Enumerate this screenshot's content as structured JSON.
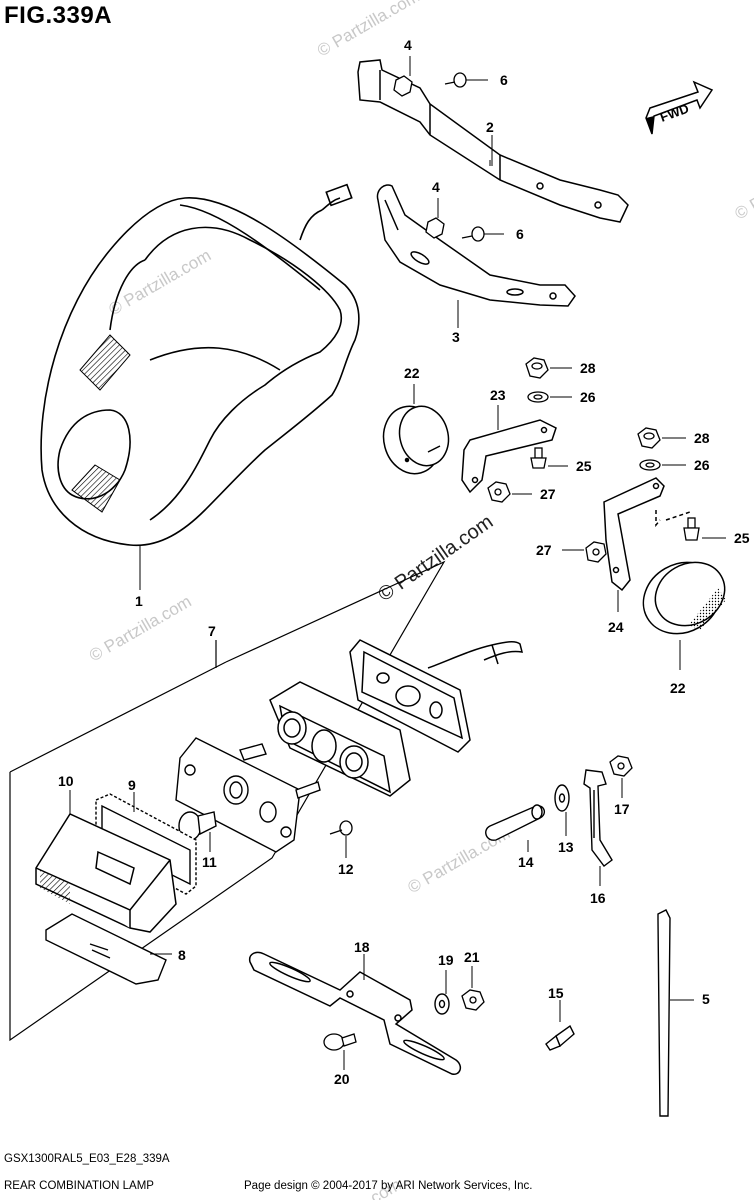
{
  "figure": {
    "title": "FIG.339A",
    "code": "GSX1300RAL5_E03_E28_339A",
    "caption": "REAR COMBINATION LAMP",
    "copyright": "Page design © 2004-2017 by ARI Network Services, Inc."
  },
  "watermark": {
    "small": "© Partzilla.com",
    "center": "© Partzilla.com"
  },
  "direction_label": "FWD",
  "callouts": {
    "p1": "1",
    "p2": "2",
    "p3": "3",
    "p4a": "4",
    "p4b": "4",
    "p5": "5",
    "p6a": "6",
    "p6b": "6",
    "p7": "7",
    "p8": "8",
    "p9": "9",
    "p10": "10",
    "p11": "11",
    "p12": "12",
    "p13": "13",
    "p14": "14",
    "p15": "15",
    "p16": "16",
    "p17": "17",
    "p18": "18",
    "p19": "19",
    "p20": "20",
    "p21": "21",
    "p22a": "22",
    "p22b": "22",
    "p23": "23",
    "p24": "24",
    "p25a": "25",
    "p25b": "25",
    "p26a": "26",
    "p26b": "26",
    "p27a": "27",
    "p27b": "27",
    "p28a": "28",
    "p28b": "28"
  }
}
